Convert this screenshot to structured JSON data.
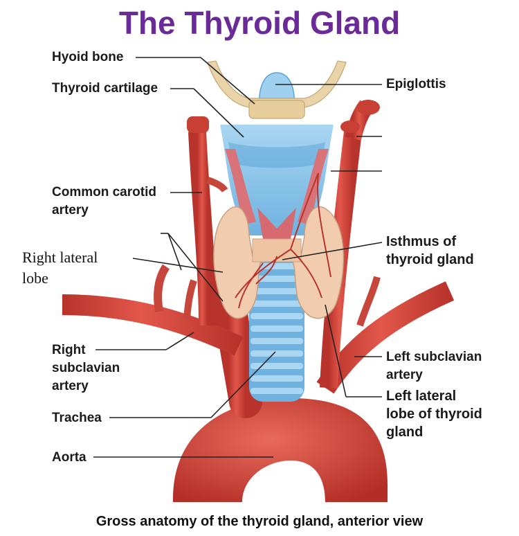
{
  "title": "The Thyroid Gland",
  "caption": "Gross anatomy of the thyroid gland, anterior view",
  "labels": {
    "hyoid_bone": "Hyoid bone",
    "thyroid_cartilage": "Thyroid cartilage",
    "epiglottis": "Epiglottis",
    "common_carotid_1": "Common carotid",
    "common_carotid_2": "artery",
    "right_lateral_1": "Right lateral",
    "right_lateral_2": "lobe",
    "isthmus_1": "Isthmus of",
    "isthmus_2": "thyroid gland",
    "right_subclavian_1": "Right",
    "right_subclavian_2": "subclavian",
    "right_subclavian_3": "artery",
    "left_subclavian_1": "Left subclavian",
    "left_subclavian_2": "artery",
    "left_lateral_1": "Left lateral",
    "left_lateral_2": "lobe of thyroid",
    "left_lateral_3": "gland",
    "trachea": "Trachea",
    "aorta": "Aorta"
  },
  "colors": {
    "title": "#6a2a97",
    "artery": "#d9473b",
    "cartilage": "#8fc6ea",
    "bone": "#e9d3a8",
    "thyroid": "#f1ccae",
    "muscle": "#d9737a"
  }
}
